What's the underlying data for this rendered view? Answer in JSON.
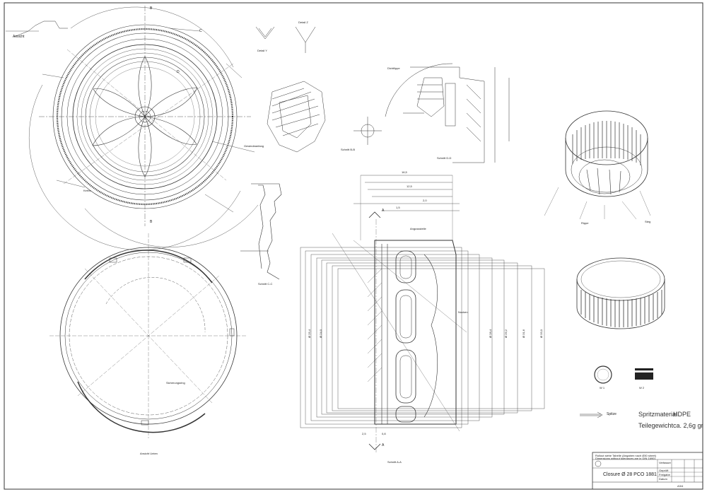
{
  "title_block": {
    "part_name": "Closure  Ø 28 PCO 1881",
    "sheet": "A3/4",
    "remarks_line1": "Rollout siehe Tabelle (Angaben nach Ø30 sheet)",
    "remarks_line2": "Dimensions without tolerances are in DIN 16901",
    "rows": [
      "Verfasser",
      "Geprüft",
      "Freigabe",
      "Datum"
    ]
  },
  "notes": {
    "material_label": "Spritzmaterial",
    "material_value": "HDPE",
    "weight_label": "Teilegewicht",
    "weight_value": "ca. 2,6g gr",
    "arrow_label": "Spitze"
  },
  "views": {
    "top_view": "Ansicht",
    "detail_y": "Detail Y",
    "detail_z": "Detail Z",
    "section_bb": "Schnitt B-B",
    "section_aa": "Schnitt A-A",
    "section_cc": "Schnitt C-C",
    "section_dd": "Schnitt D-D",
    "bottom_view": "Ansicht Unten"
  },
  "callouts": {
    "gewinde": "Gewindeanfang",
    "dichtlippe": "Dichtlippe",
    "kerbe": "Kerbe",
    "sicherung": "Sicherungsring",
    "steg": "Steg",
    "rippe": "Rippe",
    "angussstelle": "Angussstelle",
    "nocken": "Nocken"
  },
  "dimensions": {
    "d1": "Ø 33,0",
    "d2": "Ø 31,6",
    "d3": "Ø 29,2",
    "d4": "Ø 28,4",
    "d5": "Ø 25,4",
    "d6": "Ø 24,0",
    "h1": "16,5",
    "h2": "12,5",
    "h3": "1,5",
    "h4": "2,0",
    "w1": "2,5",
    "w2": "0,8"
  },
  "section_markers": {
    "a": "A",
    "b": "B",
    "c": "C",
    "d": "D"
  },
  "swatch_labels": {
    "s1": "W 1",
    "s2": "W 2"
  }
}
